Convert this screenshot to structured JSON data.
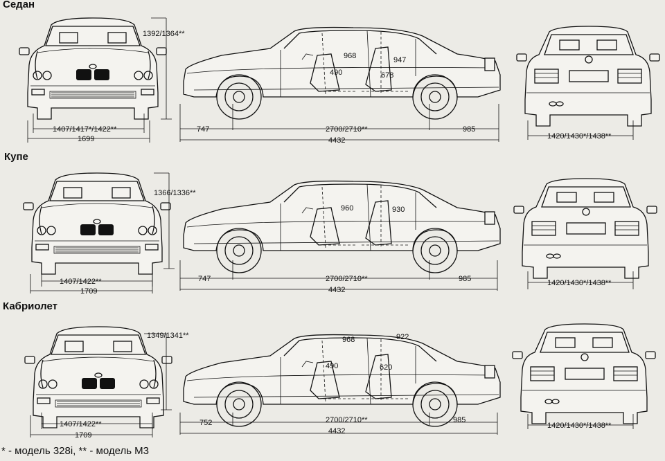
{
  "sections": [
    {
      "label": "Седан",
      "height": "1392/1364**",
      "front_track": "1407/1417*/1422**",
      "width": "1699",
      "front_overhang": "747",
      "wheelbase": "2700/2710**",
      "rear_overhang": "985",
      "length": "4432",
      "rear_track": "1420/1430*/1438**",
      "headroom_front": "968",
      "headroom_rear": "947",
      "seat_front": "490",
      "seat_rear": "678"
    },
    {
      "label": "Купе",
      "height": "1366/1336**",
      "front_track": "1407/1422**",
      "width": "1709",
      "front_overhang": "747",
      "wheelbase": "2700/2710**",
      "rear_overhang": "985",
      "length": "4432",
      "rear_track": "1420/1430*/1438**",
      "headroom_front": "960",
      "headroom_rear": "930"
    },
    {
      "label": "Кабриолет",
      "height": "1349/1341**",
      "front_track": "1407/1422**",
      "width": "1709",
      "front_overhang": "752",
      "wheelbase": "2700/2710**",
      "rear_overhang": "985",
      "length": "4432",
      "rear_track": "1420/1430*/1438**",
      "headroom_front": "968",
      "headroom_rear": "922",
      "seat_front": "490",
      "seat_rear": "620"
    }
  ],
  "footnote": "* - модель 328i,  ** - модель М3"
}
